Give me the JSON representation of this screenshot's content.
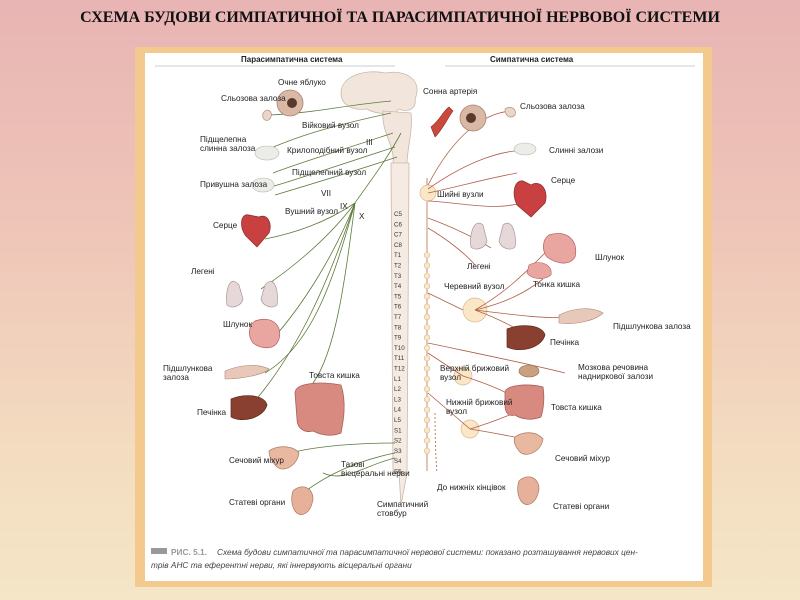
{
  "title": "СХЕМА БУДОВИ СИМПАТИЧНОЇ ТА ПАРАСИМПАТИЧНОЇ НЕРВОВОЇ СИСТЕМИ",
  "figure": {
    "headers": {
      "left": "Парасимпатична система",
      "right": "Симпатична система"
    },
    "left_labels": {
      "eye": "Очне яблуко",
      "lacrimal": "Сльозова залоза",
      "ciliary": "Війковий вузол",
      "submandibular": "Підщелепна слинна залоза",
      "pterygo": "Крилоподібний вузол",
      "submand_node": "Підщелепний вузол",
      "parotid": "Привушна залоза",
      "otic": "Вушний вузол",
      "heart": "Серце",
      "lungs": "Легені",
      "stomach": "Шлунок",
      "pancreas": "Підшлункова залоза",
      "colon": "Товста кишка",
      "liver": "Печінка",
      "bladder": "Сечовий міхур",
      "pelvic": "Тазові вісцеральні нерви",
      "genitals": "Статеві органи"
    },
    "nerves": {
      "III": "III",
      "VII": "VII",
      "IX": "IX",
      "X": "X"
    },
    "center_labels": {
      "carotid": "Сонна артерія",
      "cervical": "Шийні вузли",
      "lungs": "Легені",
      "celiac": "Черевний вузол",
      "sup_mesenteric": "Верхній брижовий вузол",
      "inf_mesenteric": "Нижній брижовий вузол",
      "lower_limbs": "До нижніх кінцівок",
      "trunk": "Симпатичний стовбур"
    },
    "right_labels": {
      "lacrimal": "Сльозова залоза",
      "salivary": "Слинні залози",
      "heart": "Серце",
      "stomach": "Шлунок",
      "small_int": "Тонка кишка",
      "pancreas": "Підшлункова залоза",
      "liver": "Печінка",
      "adrenal": "Мозкова речовина надниркової залози",
      "colon": "Товста кишка",
      "bladder": "Сечовий міхур",
      "genitals": "Статеві органи"
    },
    "segments": [
      "C5",
      "C6",
      "C7",
      "C8",
      "T1",
      "T2",
      "T3",
      "T4",
      "T5",
      "T6",
      "T7",
      "T8",
      "T9",
      "T10",
      "T11",
      "T12",
      "L1",
      "L2",
      "L3",
      "L4",
      "L5",
      "S1",
      "S2",
      "S3",
      "S4",
      "S5"
    ],
    "caption_label": "РИС. 5.1.",
    "caption_text": "Схема будови симпатичної та парасимпатичної нервової системи: показано розташування нервових центрів АНС та еферентні нерви, які іннервують вісцеральні органи"
  },
  "colors": {
    "parasympathetic": "#5a7a3a",
    "sympathetic": "#b06048",
    "frame": "#f3c98e"
  }
}
